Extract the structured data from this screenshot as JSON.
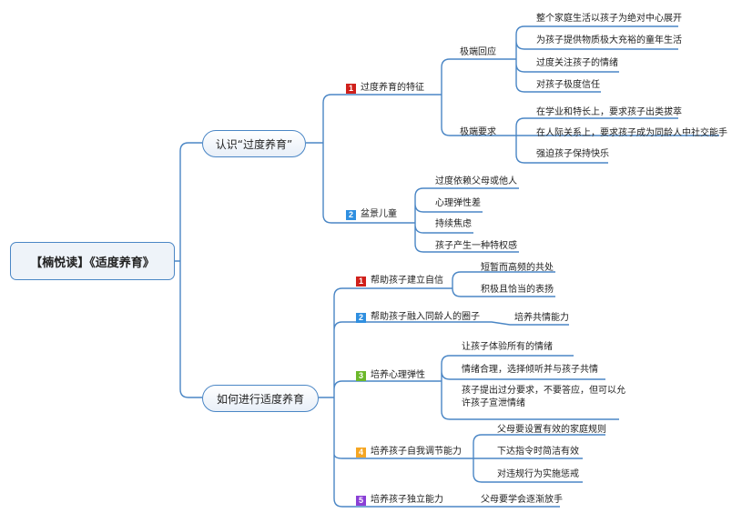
{
  "root": {
    "title": "【楠悦读】《适度养育》"
  },
  "colors": {
    "line": "#4a86c5",
    "badge_red": "#d0201b",
    "badge_blue": "#2f8fe0",
    "badge_green": "#6cb82a",
    "badge_orange": "#f5a623",
    "badge_purple": "#8a3fd6"
  },
  "branches": [
    {
      "label": "认识“过度养育”",
      "children": [
        {
          "badge": "1",
          "badge_color": "red",
          "label": "过度养育的特征",
          "children": [
            {
              "label": "极端回应",
              "children": [
                "整个家庭生活以孩子为绝对中心展开",
                "为孩子提供物质极大充裕的童年生活",
                "过度关注孩子的情绪",
                "对孩子极度信任"
              ]
            },
            {
              "label": "极端要求",
              "children": [
                "在学业和特长上，要求孩子出类拔萃",
                "在人际关系上，要求孩子成为同龄人中社交能手",
                "强迫孩子保持快乐"
              ]
            }
          ]
        },
        {
          "badge": "2",
          "badge_color": "blue",
          "label": "盆景儿童",
          "children": [
            "过度依赖父母或他人",
            "心理弹性差",
            "持续焦虑",
            "孩子产生一种特权感"
          ]
        }
      ]
    },
    {
      "label": "如何进行适度养育",
      "children": [
        {
          "badge": "1",
          "badge_color": "red",
          "label": "帮助孩子建立自信",
          "children": [
            "短暂而高频的共处",
            "积极且恰当的表扬"
          ]
        },
        {
          "badge": "2",
          "badge_color": "blue",
          "label": "帮助孩子融入同龄人的圈子",
          "children": [
            "培养共情能力"
          ]
        },
        {
          "badge": "3",
          "badge_color": "green",
          "label": "培养心理弹性",
          "children": [
            "让孩子体验所有的情绪",
            "情绪合理，选择倾听并与孩子共情",
            "孩子提出过分要求，不要答应，但可以允许孩子宣泄情绪"
          ]
        },
        {
          "badge": "4",
          "badge_color": "orange",
          "label": "培养孩子自我调节能力",
          "children": [
            "父母要设置有效的家庭规则",
            "下达指令时简洁有效",
            "对违规行为实施惩戒"
          ]
        },
        {
          "badge": "5",
          "badge_color": "purple",
          "label": "培养孩子独立能力",
          "children": [
            "父母要学会逐渐放手"
          ]
        }
      ]
    }
  ]
}
